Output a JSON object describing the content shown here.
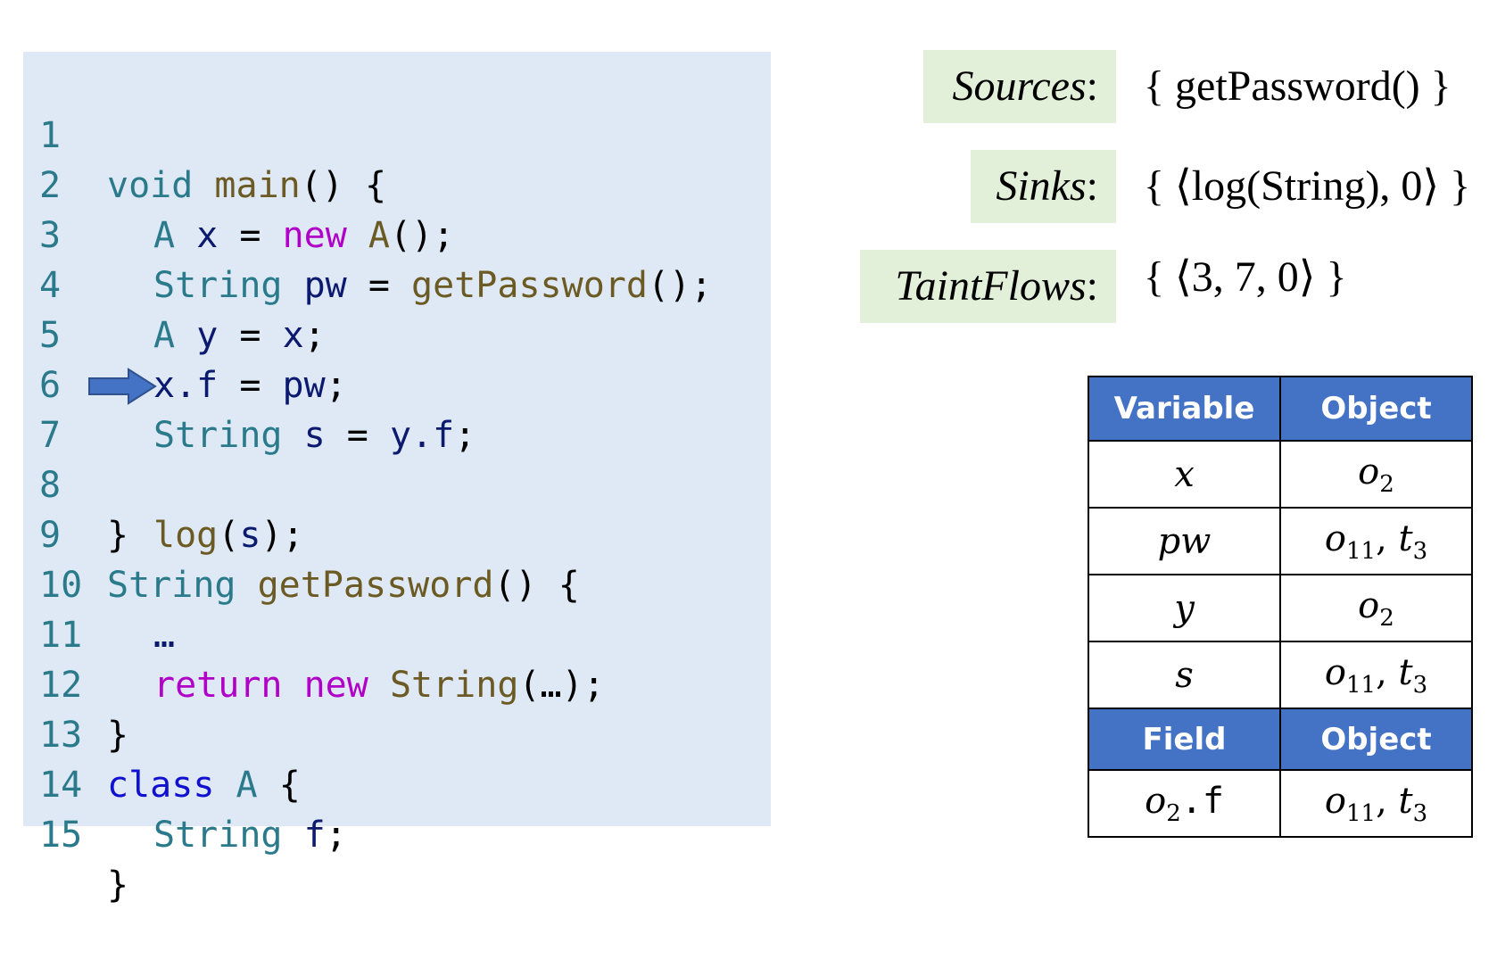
{
  "code": {
    "lines": [
      {
        "num": "1"
      },
      {
        "num": "2"
      },
      {
        "num": "3"
      },
      {
        "num": "4"
      },
      {
        "num": "5"
      },
      {
        "num": "6"
      },
      {
        "num": "7"
      },
      {
        "num": "8"
      },
      {
        "num": "9"
      },
      {
        "num": "10"
      },
      {
        "num": "11"
      },
      {
        "num": "12"
      },
      {
        "num": "13"
      },
      {
        "num": "14"
      },
      {
        "num": "15"
      }
    ],
    "tokens": {
      "l1": [
        "void",
        "main",
        "() {"
      ],
      "l2": [
        "A",
        "x",
        "=",
        "new",
        "A",
        "();"
      ],
      "l3": [
        "String",
        "pw",
        "=",
        "getPassword",
        "();"
      ],
      "l4": [
        "A",
        "y",
        "=",
        "x",
        ";"
      ],
      "l5": [
        "x.f",
        "=",
        "pw",
        ";"
      ],
      "l6": [
        "String",
        "s",
        "=",
        "y.f",
        ";"
      ],
      "l7": [
        "log",
        "(",
        "s",
        ");"
      ],
      "l8": [
        "}"
      ],
      "l9": [
        "String",
        "getPassword",
        "() {"
      ],
      "l10": [
        "…"
      ],
      "l11": [
        "return",
        "new",
        "String",
        "(…);"
      ],
      "l12": [
        "}"
      ],
      "l13": [
        "class",
        "A",
        "{"
      ],
      "l14": [
        "String",
        "f",
        ";"
      ],
      "l15": [
        "}"
      ]
    },
    "current_line_marker": "arrow-right-icon"
  },
  "definitions": {
    "sources": {
      "label": "Sources",
      "colon": ":",
      "value": "{ getPassword() }"
    },
    "sinks": {
      "label": "Sinks",
      "colon": ":",
      "value": "{ ⟨log(String), 0⟩ }"
    },
    "taintflows": {
      "label": "TaintFlows",
      "colon": ":",
      "value": "{ ⟨3, 7, 0⟩ }"
    }
  },
  "table": {
    "header1": {
      "col1": "Variable",
      "col2": "Object"
    },
    "rows": [
      {
        "var": "x",
        "obj_a": "o",
        "obj_a_sub": "2",
        "obj_b": "",
        "obj_b_sub": ""
      },
      {
        "var": "pw",
        "obj_a": "o",
        "obj_a_sub": "11",
        "obj_b": "t",
        "obj_b_sub": "3"
      },
      {
        "var": "y",
        "obj_a": "o",
        "obj_a_sub": "2",
        "obj_b": "",
        "obj_b_sub": ""
      },
      {
        "var": "s",
        "obj_a": "o",
        "obj_a_sub": "11",
        "obj_b": "t",
        "obj_b_sub": "3"
      }
    ],
    "header2": {
      "col1": "Field",
      "col2": "Object"
    },
    "field_rows": [
      {
        "base": "o",
        "base_sub": "2",
        "field": ".f",
        "obj_a": "o",
        "obj_a_sub": "11",
        "obj_b": "t",
        "obj_b_sub": "3"
      }
    ]
  },
  "colors": {
    "code_background": "#dfe9f5",
    "label_background": "#e2efd9",
    "table_header": "#4472c4",
    "arrow": "#4472c4"
  }
}
